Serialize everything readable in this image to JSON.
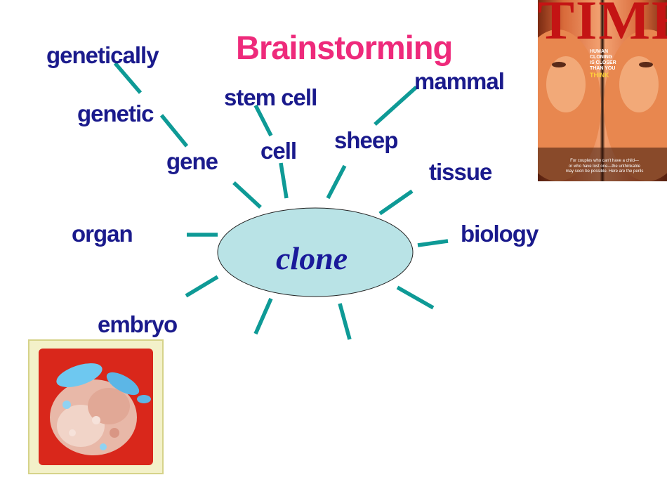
{
  "title": "Brainstorming",
  "center_word": "clone",
  "words": {
    "genetically": "genetically",
    "genetic": "genetic",
    "gene": "gene",
    "stem_cell": "stem cell",
    "cell": "cell",
    "sheep": "sheep",
    "mammal": "mammal",
    "tissue": "tissue",
    "biology": "biology",
    "organ": "organ",
    "embryo": "embryo"
  },
  "time_cover": {
    "logo": "TIME",
    "headline_line1": "HUMAN",
    "headline_line2": "CLONING",
    "headline_line3": "IS CLOSER",
    "headline_line4": "THAN YOU",
    "headline_line5": "THINK",
    "bottom_line1": "For couples who can't have a child—",
    "bottom_line2": "or who have lost one—the unthinkable",
    "bottom_line3": "may soon be possible. Here are the perils"
  },
  "colors": {
    "title": "#ee2a7b",
    "words": "#1a1a8c",
    "lines": "#0e9a96",
    "ellipse_fill": "#b9e3e6"
  }
}
